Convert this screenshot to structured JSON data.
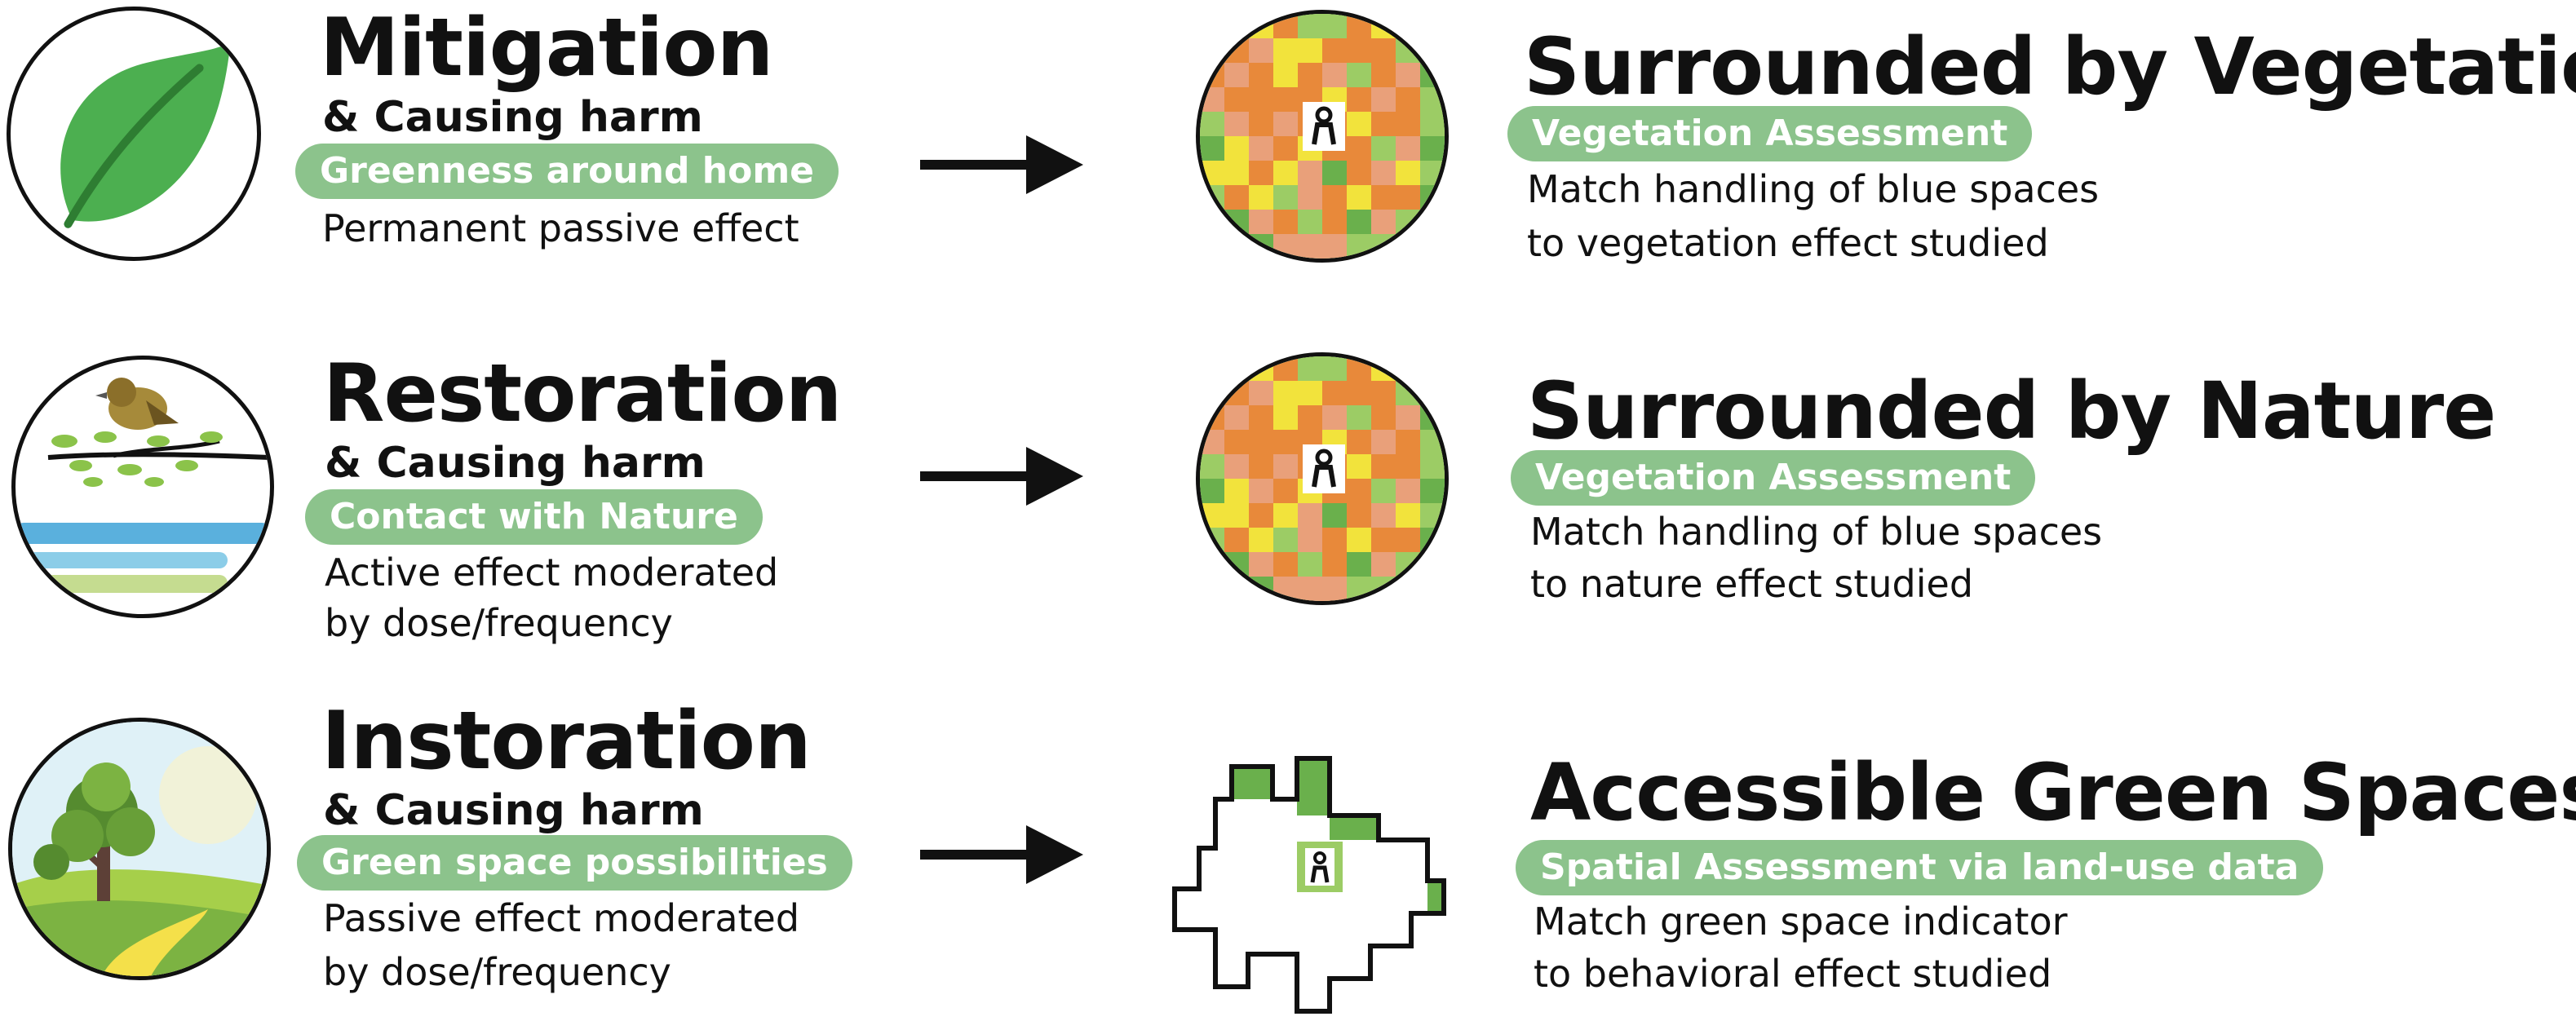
{
  "rows": [
    {
      "title": "Mitigation",
      "subtitle": "& Causing harm",
      "pill": "Greenness around home",
      "desc1": "Permanent passive effect",
      "desc2": "",
      "result_title": "Surrounded by Vegetation",
      "result_pill": "Vegetation Assessment",
      "result_desc1": "Match handling of blue spaces",
      "result_desc2": "to vegetation effect studied"
    },
    {
      "title": "Restoration",
      "subtitle": "& Causing harm",
      "pill": "Contact with Nature",
      "desc1": "Active effect moderated",
      "desc2": "by dose/frequency",
      "result_title": "Surrounded by Nature",
      "result_pill": "Vegetation Assessment",
      "result_desc1": "Match handling of blue spaces",
      "result_desc2": "to nature effect studied"
    },
    {
      "title": "Instoration",
      "subtitle": "& Causing harm",
      "pill": "Green space possibilities",
      "desc1": "Passive effect moderated",
      "desc2": "by dose/frequency",
      "result_title": "Accessible Green Spaces",
      "result_pill": "Spatial Assessment via land-use data",
      "result_desc1": "Match green space indicator",
      "result_desc2": "to behavioral effect studied"
    }
  ],
  "colors": {
    "pill": "#8cc38c",
    "leaf": "#4caf50",
    "dark_green": "#6ab04c",
    "orange": "#e8893a",
    "salmon": "#e9a07a",
    "yellow": "#f2e33c",
    "light_green": "#9ccc65"
  },
  "icons": [
    "leaf-icon",
    "bird-on-branch-icon",
    "tree-landscape-icon",
    "person-marker-icon",
    "arrow-right-icon"
  ]
}
